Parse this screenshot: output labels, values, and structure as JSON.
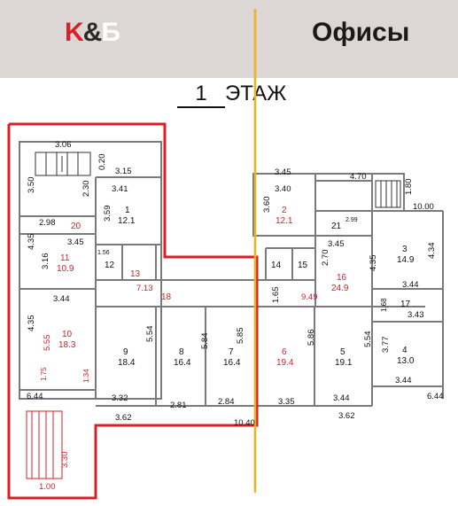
{
  "header": {
    "logo": {
      "k": "K",
      "amp": "&",
      "b": "Б"
    },
    "title": "Офисы"
  },
  "floor": {
    "number": "1",
    "label": "ЭТАЖ"
  },
  "colors": {
    "header_bg": "#dcd6d5",
    "brand_red": "#d6202a",
    "divider": "#f2b01e",
    "walls": "#7a7a7a"
  },
  "rooms": {
    "r1": {
      "n": "1",
      "a": "12.1"
    },
    "r2": {
      "n": "2",
      "a": "12.1"
    },
    "r3": {
      "n": "3",
      "a": "14.9"
    },
    "r4": {
      "n": "4",
      "a": "13.0"
    },
    "r5": {
      "n": "5",
      "a": "19.1"
    },
    "r6": {
      "n": "6",
      "a": "19.4"
    },
    "r7": {
      "n": "7",
      "a": "16.4"
    },
    "r8": {
      "n": "8",
      "a": "16.4"
    },
    "r9": {
      "n": "9",
      "a": "18.4"
    },
    "r10": {
      "n": "10",
      "a": "18.3"
    },
    "r11": {
      "n": "11",
      "a": "10.9"
    },
    "r12": {
      "n": "12"
    },
    "r13": {
      "n": "13"
    },
    "r14": {
      "n": "14"
    },
    "r15": {
      "n": "15"
    },
    "r16": {
      "n": "16",
      "a": "24.9"
    },
    "r17": {
      "n": "17"
    },
    "r18": {
      "n": "18"
    },
    "r20": {
      "n": "20"
    },
    "r21": {
      "n": "21"
    }
  },
  "dims": {
    "d306": "3.06",
    "d315a": "3.15",
    "d020": "0.20",
    "d350": "3.50",
    "d230": "2.30",
    "d341": "3.41",
    "d359": "3.59",
    "d298": "2.98",
    "d435a": "4.35",
    "d345a": "3.45",
    "d316": "3.16",
    "d156": "1.56",
    "d713": "7.13",
    "d344a": "3.44",
    "d435b": "4.35",
    "d555": "5.55",
    "d554a": "5.54",
    "d585": "5.85",
    "d584": "5.84",
    "d586": "5.86",
    "d554b": "5.54",
    "d165": "1.65",
    "d949": "9.49",
    "d270": "2.70",
    "d345b": "3.45",
    "d345c": "3.45",
    "d340": "3.40",
    "d360": "3.60",
    "d470": "4.70",
    "d180": "1.80",
    "d1000": "10.00",
    "d299": "2.99",
    "d434": "4.34",
    "d435c": "4.35",
    "d344b": "3.44",
    "d343": "3.43",
    "d377": "3.77",
    "d344c": "3.44",
    "d644a": "6.44",
    "d644b": "6.44",
    "d332": "3.32",
    "d281": "2.81",
    "d284": "2.84",
    "d335": "3.35",
    "d344d": "3.44",
    "d362a": "3.62",
    "d362b": "3.62",
    "d1040": "10.40",
    "d330": "3.30",
    "d100": "1.00",
    "d168": "1.68",
    "d134": "1.34",
    "d175": "1.75"
  }
}
